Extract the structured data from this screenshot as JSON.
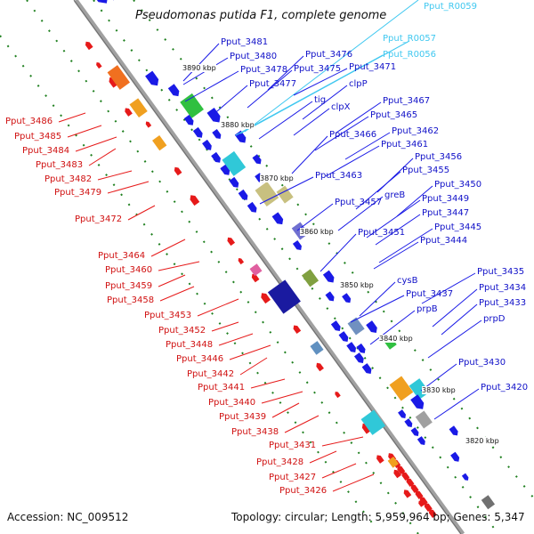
{
  "title": "Pseudomonas putida F1, complete genome",
  "accession": "Accession: NC_009512",
  "topology": "Topology: circular; Length: 5,959,964 bp; Genes: 5,347",
  "ticks": [
    {
      "label": "3890 kbp"
    },
    {
      "label": "3880 kbp"
    },
    {
      "label": "3870 kbp"
    },
    {
      "label": "3860 kbp"
    },
    {
      "label": "3850 kbp"
    },
    {
      "label": "3840 kbp"
    },
    {
      "label": "3830 kbp"
    },
    {
      "label": "3820 kbp"
    }
  ],
  "right_labels": [
    "Pput_R0059",
    "Pput_R0057",
    "Pput_R0056",
    "Pput_3481",
    "Pput_3480",
    "Pput_3478",
    "Pput_3476",
    "Pput_3475",
    "Pput_3471",
    "Pput_3477",
    "clpP",
    "tig",
    "clpX",
    "Pput_3467",
    "Pput_3465",
    "Pput_3466",
    "Pput_3462",
    "Pput_3461",
    "Pput_3456",
    "Pput_3455",
    "Pput_3463",
    "Pput_3450",
    "greB",
    "Pput_3449",
    "Pput_3457",
    "Pput_3447",
    "Pput_3445",
    "Pput_3451",
    "Pput_3444",
    "Pput_3435",
    "cysB",
    "Pput_3434",
    "Pput_3437",
    "Pput_3433",
    "prpB",
    "prpD",
    "Pput_3430",
    "Pput_3420"
  ],
  "left_labels": [
    "Pput_3486",
    "Pput_3485",
    "Pput_3484",
    "Pput_3483",
    "Pput_3482",
    "Pput_3479",
    "Pput_3472",
    "Pput_3464",
    "Pput_3460",
    "Pput_3459",
    "Pput_3458",
    "Pput_3453",
    "Pput_3452",
    "Pput_3448",
    "Pput_3446",
    "Pput_3442",
    "Pput_3441",
    "Pput_3440",
    "Pput_3439",
    "Pput_3438",
    "Pput_3431",
    "Pput_3428",
    "Pput_3427",
    "Pput_3426"
  ],
  "colors": {
    "forward_gene": "#1a1ae6",
    "reverse_gene": "#e61a1a",
    "rna_label": "#40c8f0",
    "backbone": "#8c8c8c",
    "dot_green": "#208020"
  }
}
